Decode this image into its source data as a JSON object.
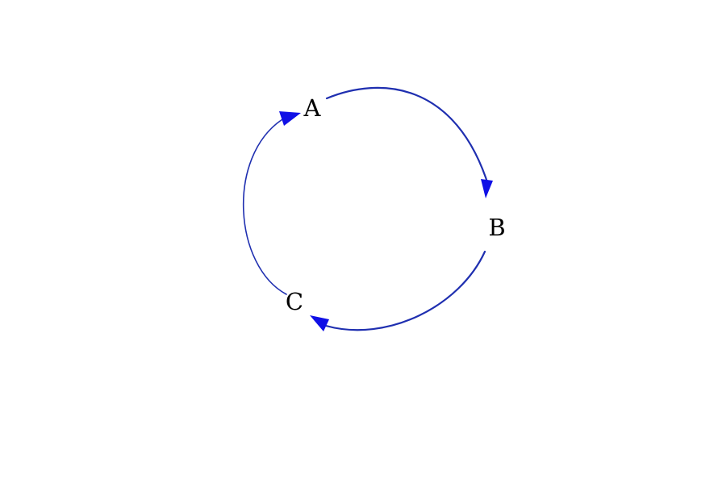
{
  "diagram": {
    "nodes": [
      {
        "id": "A",
        "label": "A"
      },
      {
        "id": "B",
        "label": "B"
      },
      {
        "id": "C",
        "label": "C"
      }
    ],
    "edges": [
      {
        "from": "A",
        "to": "B"
      },
      {
        "from": "B",
        "to": "C"
      },
      {
        "from": "C",
        "to": "A"
      }
    ],
    "colors": {
      "edge": "#1f2fb0",
      "arrowhead": "#1010e6",
      "label": "#000000"
    }
  }
}
